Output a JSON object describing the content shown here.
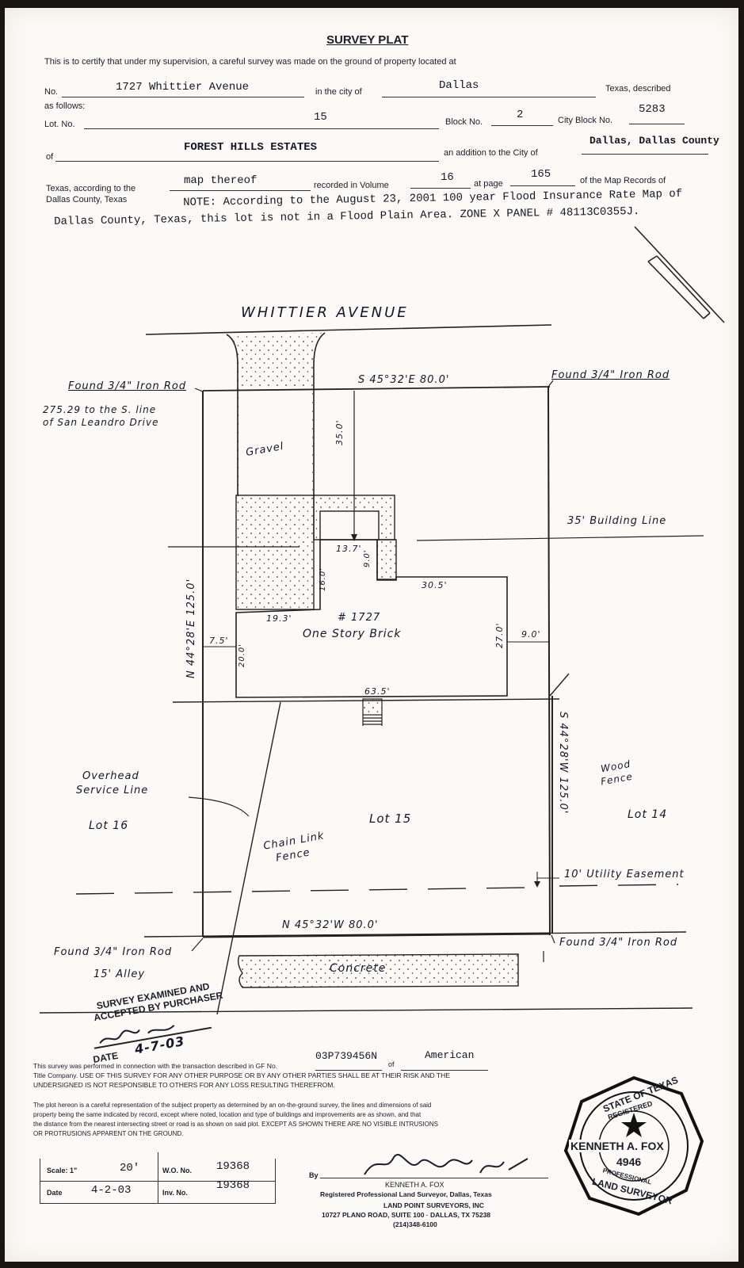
{
  "header": {
    "title": "SURVEY PLAT",
    "certify": "This is to certify that under my supervision, a careful survey was made on the ground of property located at",
    "no_label": "No.",
    "address": "1727 Whittier Avenue",
    "city_label": "in the city of",
    "city": "Dallas",
    "texas_described": "Texas, described",
    "as_follows": "as follows:",
    "lot_label": "Lot. No.",
    "lot": "15",
    "block_label": "Block No.",
    "block": "2",
    "city_block_label": "City Block No.",
    "city_block": "5283",
    "of_label": "of",
    "addition": "FOREST HILLS ESTATES",
    "addition_label": "an addition to the City of",
    "addition_city": "Dallas, Dallas County",
    "texas_according": "Texas, according to the",
    "map": "map thereof",
    "recorded_label": "recorded in Volume",
    "volume": "16",
    "page_label": "at page",
    "page": "165",
    "map_records": "of the Map Records of",
    "dallas_county": "Dallas County, Texas",
    "note_line1": "NOTE: According to the August 23, 2001 100 year Flood Insurance Rate Map of",
    "note_line2": "Dallas County, Texas, this lot is not in a Flood Plain Area.  ZONE X PANEL # 48113C0355J."
  },
  "plan": {
    "street": "WHITTIER   AVENUE",
    "rod_nw": "Found 3/4\" Iron Rod",
    "rod_ne": "Found 3/4\" Iron Rod",
    "rod_sw": "Found 3/4\" Iron Rod",
    "rod_se": "Found 3/4\" Iron Rod",
    "front_bearing": "S 45°32'E  80.0'",
    "rear_bearing": "N 45°32'W  80.0'",
    "left_bearing": "N 44°28'E 125.0'",
    "right_bearing": "S 44°28'W 125.0'",
    "dist_line1": "275.29 to the S. line",
    "dist_line2": "of San Leandro Drive",
    "gravel": "Gravel",
    "setback_35": "35.0'",
    "building_line": "35' Building Line",
    "dim_13_7": "13.7'",
    "dim_9_0a": "9.0'",
    "dim_16_0": "16.0'",
    "dim_30_5": "30.5'",
    "dim_19_3": "19.3'",
    "house_no": "# 1727",
    "house_type": "One Story Brick",
    "dim_27_0": "27.0'",
    "dim_9_0b": "9.0'",
    "dim_7_5": "7.5'",
    "dim_20_0": "20.0'",
    "dim_63_5": "63.5'",
    "overhead1": "Overhead",
    "overhead2": "Service Line",
    "lot16": "Lot 16",
    "lot15": "Lot 15",
    "lot14": "Lot 14",
    "wood1": "Wood",
    "wood2": "Fence",
    "chain1": "Chain Link",
    "chain2": "Fence",
    "utility": "10' Utility Easement",
    "alley": "15' Alley",
    "concrete": "Concrete"
  },
  "stamp_purchaser": {
    "line1": "SURVEY EXAMINED AND",
    "line2": "ACCEPTED BY PURCHASER",
    "date_label": "DATE",
    "date": "4-7-03"
  },
  "footer": {
    "gf_pre": "This survey was performed in connection with the transaction described in GF No.",
    "gf_no": "03P739456N",
    "of_label": "of",
    "title_co": "American",
    "disclaimer1": "Title Company.  USE OF THIS SURVEY FOR ANY OTHER PURPOSE OR BY ANY OTHER PARTIES SHALL BE AT THEIR RISK AND THE",
    "disclaimer2": "UNDERSIGNED IS NOT RESPONSIBLE TO OTHERS FOR ANY LOSS RESULTING THEREFROM.",
    "plot1": "The plot hereon is a careful representation of the subject property as determined by an on-the-ground survey, the lines and dimensions of said",
    "plot2": "property being the same indicated by record, except where noted, location and type of buildings and improvements are as shown, and that",
    "plot3": "the distance from the nearest intersecting street or road is as shown on said plot. EXCEPT AS SHOWN THERE ARE NO VISIBLE INTRUSIONS",
    "plot4": "OR PROTRUSIONS APPARENT ON THE GROUND.",
    "scale_label": "Scale:  1\"",
    "scale": "20'",
    "wo_label": "W.O. No.",
    "wo": "19368",
    "date_label": "Date",
    "date": "4-2-03",
    "inv_label": "Inv. No.",
    "inv": "19368",
    "by": "By",
    "surveyor": "KENNETH A. FOX",
    "reg": "Registered Professional Land Surveyor, Dallas, Texas",
    "company": "LAND POINT SURVEYORS, INC",
    "addr": "10727 PLANO ROAD, SUITE 100 · DALLAS, TX 75238",
    "phone": "(214)348-6100"
  },
  "seal": {
    "top": "STATE OF TEXAS",
    "registered": "REGISTERED",
    "name": "KENNETH A. FOX",
    "number": "4946",
    "professional": "PROFESSIONAL",
    "bottom": "LAND SURVEYOR"
  }
}
